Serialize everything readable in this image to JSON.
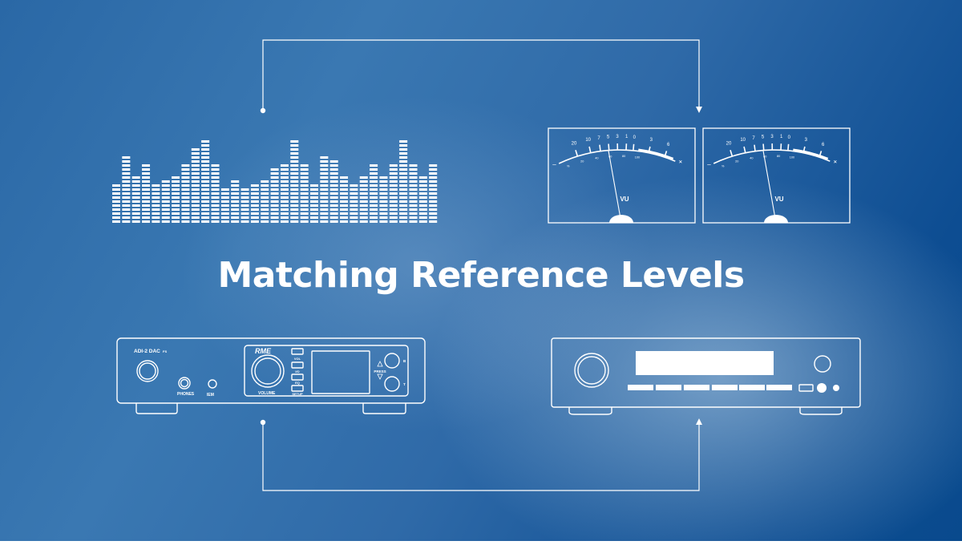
{
  "title": "Matching Reference Levels",
  "colors": {
    "line": "#ffffff",
    "bg_dark": "#094a8d",
    "bg_light": "#b9d2e8"
  },
  "spectrum": {
    "levels": [
      10,
      17,
      12,
      15,
      10,
      11,
      12,
      15,
      19,
      21,
      15,
      9,
      11,
      9,
      10,
      11,
      14,
      15,
      21,
      15,
      10,
      17,
      16,
      12,
      10,
      12,
      15,
      12,
      15,
      21,
      15,
      12,
      15
    ]
  },
  "vu_meters": [
    {
      "label": "VU",
      "top_scale": [
        "20",
        "10",
        "7",
        "5",
        "3",
        "1",
        "0",
        "3",
        "6"
      ],
      "bottom_scale": [
        "%",
        "20",
        "40",
        "60",
        "80",
        "100"
      ],
      "minus": "–",
      "plus": "+"
    },
    {
      "label": "VU",
      "top_scale": [
        "20",
        "10",
        "7",
        "5",
        "3",
        "1",
        "0",
        "3",
        "6"
      ],
      "bottom_scale": [
        "%",
        "20",
        "40",
        "60",
        "80",
        "100"
      ],
      "minus": "–",
      "plus": "+"
    }
  ],
  "dac": {
    "model": "ADI-2 DAC",
    "model_suffix": "FS",
    "brand": "RME",
    "phones_label": "PHONES",
    "iem_label": "IEM",
    "volume_label": "VOLUME",
    "buttons": [
      "VOL",
      "I/O",
      "EQ",
      "SETUP"
    ],
    "press_label": "PRESS",
    "knob_a_label": "B",
    "knob_b_label": "T"
  }
}
